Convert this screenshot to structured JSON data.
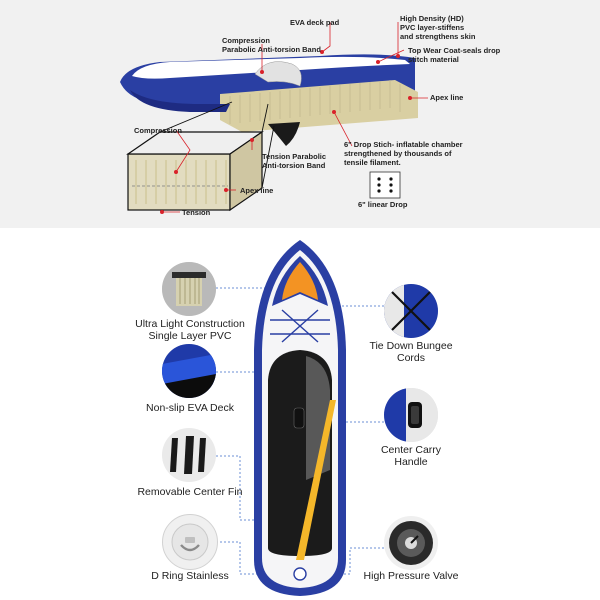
{
  "diagram_top": {
    "labels": {
      "eva_deck_pad": "EVA deck pad",
      "compression_band": "Compression\nParabolic Anti-torsion Band",
      "hd_pvc": "High Density (HD)\nPVC layer-stiffens\nand strengthens skin",
      "top_wear": "Top Wear Coat-seals drop\nstitch material",
      "apex_line_right": "Apex line",
      "compression_left": "Compression",
      "tension_band": "Tension Parabolic\nAnti-torsion Band",
      "drop_stitch": "6\" Drop Stich- inflatable chamber\nstrengthened by thousands of\ntensile filament.",
      "linear_drop": "6\" linear Drop",
      "apex_line_left": "Apex line",
      "tension": "Tension"
    }
  },
  "features": {
    "left": [
      {
        "label": "Ultra Light Construction\nSingle Layer PVC",
        "icon": "layered-pvc-icon"
      },
      {
        "label": "Non-slip EVA Deck",
        "icon": "eva-deck-icon"
      },
      {
        "label": "Removable Center Fin",
        "icon": "center-fin-icon"
      },
      {
        "label": "D Ring Stainless",
        "icon": "d-ring-icon"
      }
    ],
    "right": [
      {
        "label": "Tie Down Bungee\nCords",
        "icon": "bungee-cord-icon"
      },
      {
        "label": "Center Carry\nHandle",
        "icon": "carry-handle-icon"
      },
      {
        "label": "High Pressure Valve",
        "icon": "pressure-valve-icon"
      }
    ]
  },
  "colors": {
    "board_blue": "#2a3fa3",
    "accent_orange": "#f39323",
    "accent_yellow": "#f5b72a",
    "deck_black": "#1b1b1b",
    "callout_red": "#d9222a",
    "leader_blue": "#6b8fd6"
  }
}
